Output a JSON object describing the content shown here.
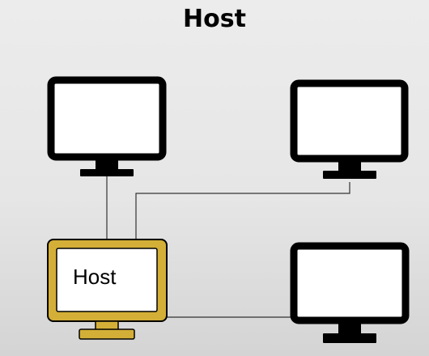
{
  "title": "Host",
  "host": {
    "label": "Host",
    "color": "#d4af37"
  },
  "computer_color": "#000000",
  "connection_color": "#333333",
  "computers": [
    {
      "name": "computer-top-left"
    },
    {
      "name": "computer-top-right"
    },
    {
      "name": "computer-bottom-right"
    }
  ]
}
